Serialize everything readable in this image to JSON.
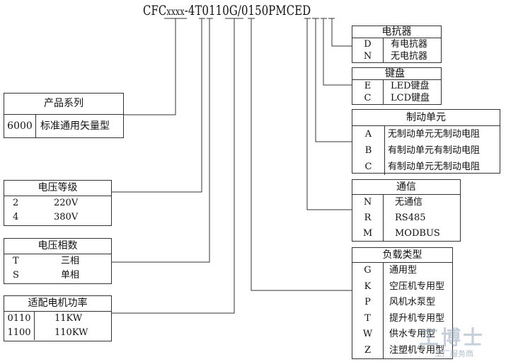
{
  "model_code": {
    "prefix": "CFC",
    "series_placeholder": "xxxx",
    "rest": "-4T0110G/0150PMCED"
  },
  "groups": {
    "product_series": {
      "title": "产品系列",
      "rows": [
        {
          "code": "6000",
          "desc": "标准通用矢量型"
        }
      ]
    },
    "voltage_level": {
      "title": "电压等级",
      "rows": [
        {
          "code": "2",
          "desc": "220V"
        },
        {
          "code": "4",
          "desc": "380V"
        }
      ]
    },
    "voltage_phase": {
      "title": "电压相数",
      "rows": [
        {
          "code": "T",
          "desc": "三相"
        },
        {
          "code": "S",
          "desc": "单相"
        }
      ]
    },
    "motor_power": {
      "title": "适配电机功率",
      "rows": [
        {
          "code": "0110",
          "desc": "11KW"
        },
        {
          "code": "1100",
          "desc": "110KW"
        }
      ]
    },
    "reactor": {
      "title": "电抗器",
      "rows": [
        {
          "code": "D",
          "desc": "有电抗器"
        },
        {
          "code": "N",
          "desc": "无电抗器"
        }
      ]
    },
    "keypad": {
      "title": "键盘",
      "rows": [
        {
          "code": "E",
          "desc": "LED键盘"
        },
        {
          "code": "C",
          "desc": "LCD键盘"
        }
      ]
    },
    "brake_unit": {
      "title": "制动单元",
      "rows": [
        {
          "code": "A",
          "desc": "无制动单元无制动电阻"
        },
        {
          "code": "B",
          "desc": "有制动单元有制动电阻"
        },
        {
          "code": "C",
          "desc": "有制动单元无制动电阻"
        }
      ]
    },
    "communication": {
      "title": "通信",
      "rows": [
        {
          "code": "N",
          "desc": "无通信"
        },
        {
          "code": "R",
          "desc": "RS485"
        },
        {
          "code": "M",
          "desc": "MODBUS"
        }
      ]
    },
    "load_type": {
      "title": "负载类型",
      "rows": [
        {
          "code": "G",
          "desc": "通用型"
        },
        {
          "code": "K",
          "desc": "空压机专用型"
        },
        {
          "code": "P",
          "desc": "风机水泵型"
        },
        {
          "code": "T",
          "desc": "提升机专用型"
        },
        {
          "code": "W",
          "desc": "供水专用型"
        },
        {
          "code": "Z",
          "desc": "注塑机专用型"
        }
      ]
    }
  },
  "watermark": {
    "title": "工博士",
    "subtitle": "工厂服务商"
  },
  "colors": {
    "line": "#333333",
    "text": "#111111",
    "watermark": "#9fb2c4"
  }
}
